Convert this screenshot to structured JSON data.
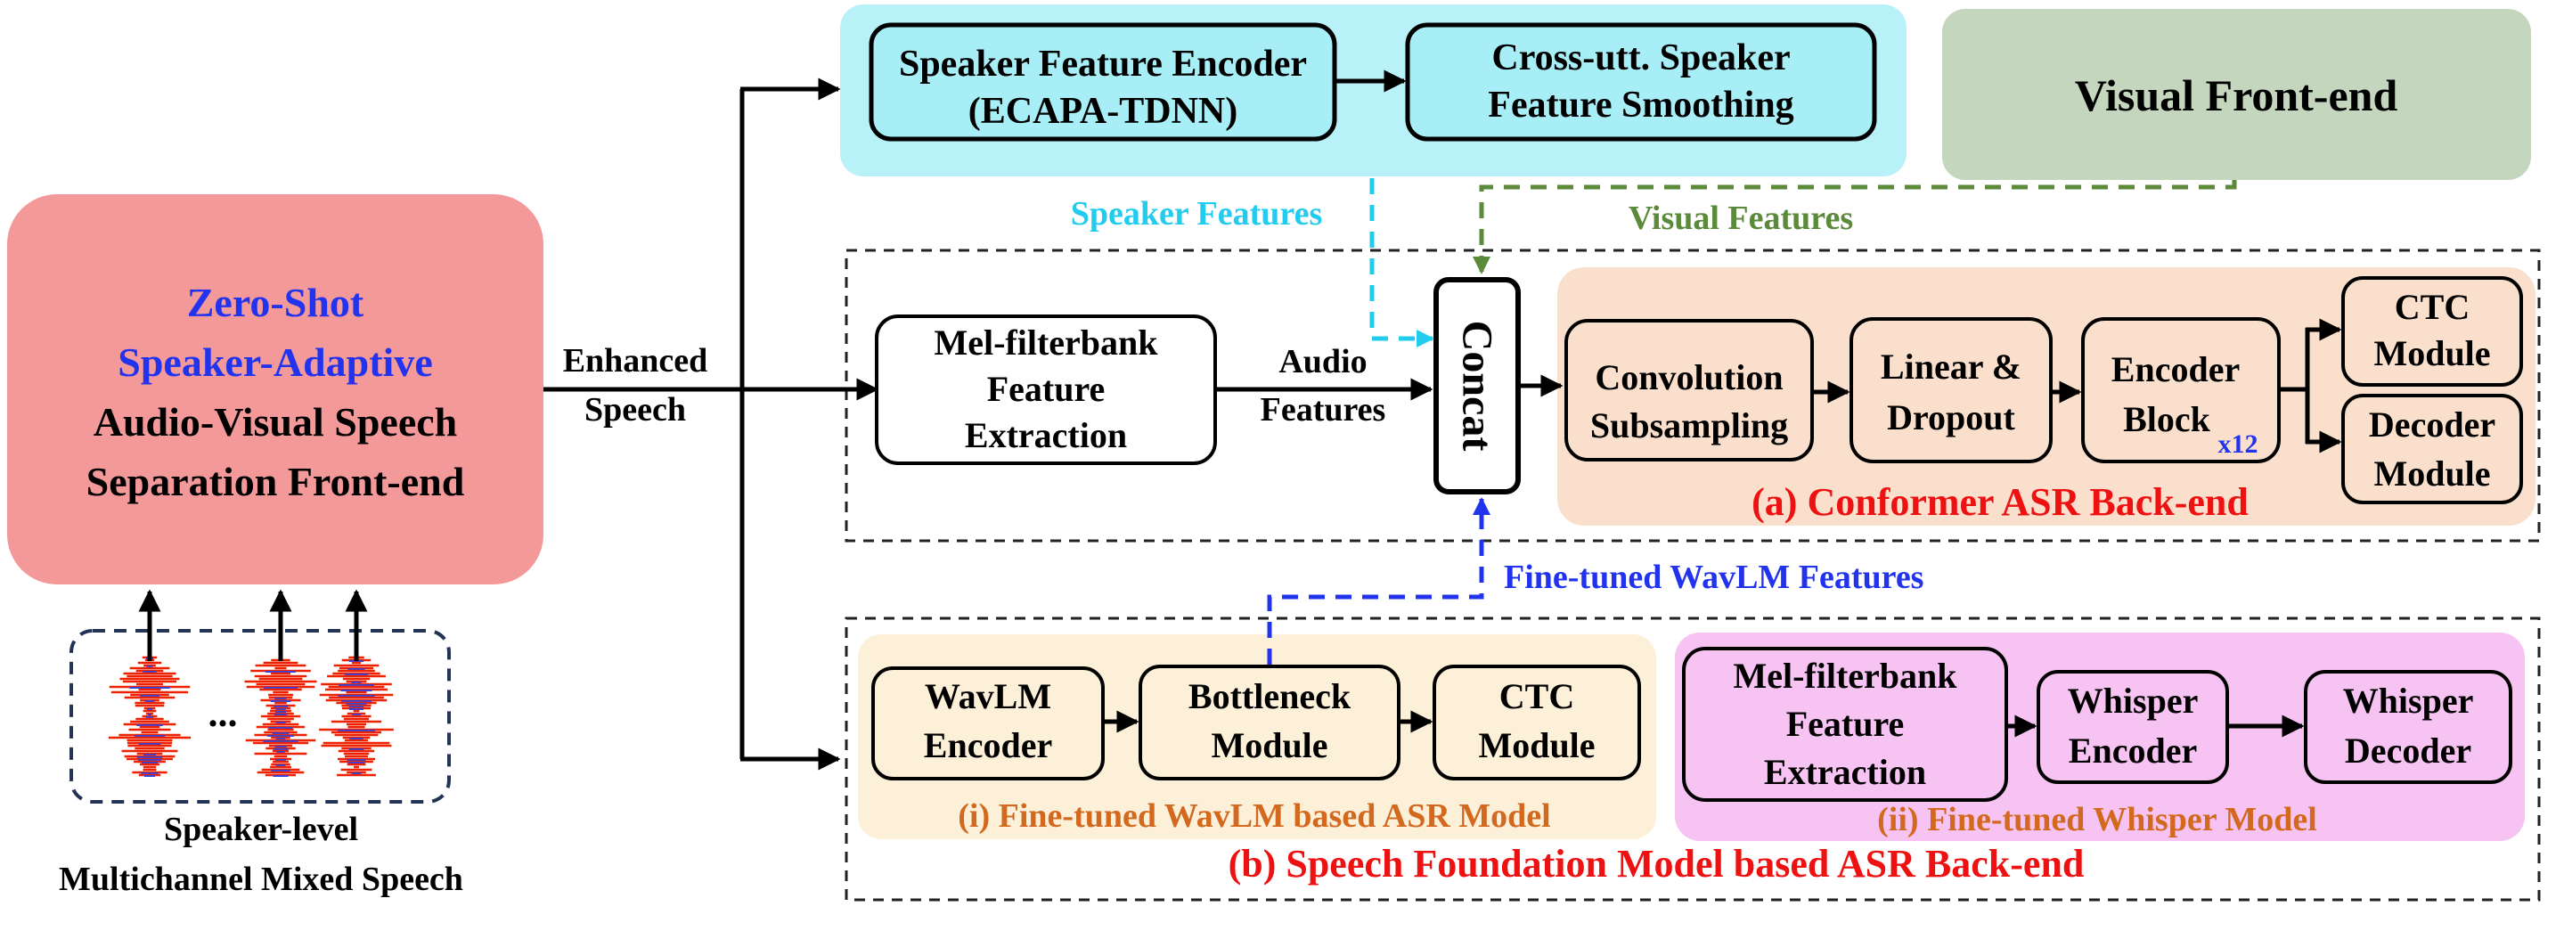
{
  "frontend": {
    "line1": "Zero-Shot",
    "line2": "Speaker-Adaptive",
    "line3": "Audio-Visual Speech",
    "line4": "Separation Front-end",
    "blue_color": "#2233ee"
  },
  "mixed_speech": {
    "ellipsis": "...",
    "caption_line1": "Speaker-level",
    "caption_line2": "Multichannel Mixed Speech"
  },
  "enhanced_speech": {
    "line1": "Enhanced",
    "line2": "Speech"
  },
  "speaker_branch": {
    "encoder_line1": "Speaker Feature Encoder",
    "encoder_line2": "(ECAPA-TDNN)",
    "smoothing_line1": "Cross-utt. Speaker",
    "smoothing_line2": "Feature Smoothing",
    "features_label": "Speaker Features",
    "color": "#22ccee"
  },
  "visual_branch": {
    "frontend": "Visual Front-end",
    "features_label": "Visual Features",
    "color": "#5a8a3a"
  },
  "conformer": {
    "mel_line1": "Mel-filterbank",
    "mel_line2": "Feature",
    "mel_line3": "Extraction",
    "audio_line1": "Audio",
    "audio_line2": "Features",
    "concat": "Concat",
    "conv_line1": "Convolution",
    "conv_line2": "Subsampling",
    "linear_line1": "Linear &",
    "linear_line2": "Dropout",
    "encoder_line1": "Encoder",
    "encoder_line2": "Block",
    "repeat": "x12",
    "ctc_line1": "CTC",
    "ctc_line2": "Module",
    "decoder_line1": "Decoder",
    "decoder_line2": "Module",
    "caption": "(a) Conformer ASR Back-end"
  },
  "wavlm_features_label": "Fine-tuned WavLM Features",
  "foundation": {
    "wavlm_line1": "WavLM",
    "wavlm_line2": "Encoder",
    "bottleneck_line1": "Bottleneck",
    "bottleneck_line2": "Module",
    "ctc_line1": "CTC",
    "ctc_line2": "Module",
    "wavlm_caption": "(i) Fine-tuned WavLM based ASR Model",
    "whisper_mel_line1": "Mel-filterbank",
    "whisper_mel_line2": "Feature",
    "whisper_mel_line3": "Extraction",
    "whisper_enc_line1": "Whisper",
    "whisper_enc_line2": "Encoder",
    "whisper_dec_line1": "Whisper",
    "whisper_dec_line2": "Decoder",
    "whisper_caption": "(ii) Fine-tuned Whisper Model",
    "caption": "(b) Speech Foundation Model based ASR Back-end"
  },
  "colors": {
    "red_caption": "#ee1111",
    "orange_caption": "#d2691e",
    "blue": "#2233ee",
    "frontend_fill": "#f4999a",
    "speaker_fill": "#b8f2f8",
    "speaker_box_fill": "#a8eef6",
    "visual_fill": "#c5d6bf",
    "conformer_fill": "#fae0cc",
    "wavlm_fill": "#fcf0d8",
    "whisper_fill": "#f7c3f2"
  }
}
